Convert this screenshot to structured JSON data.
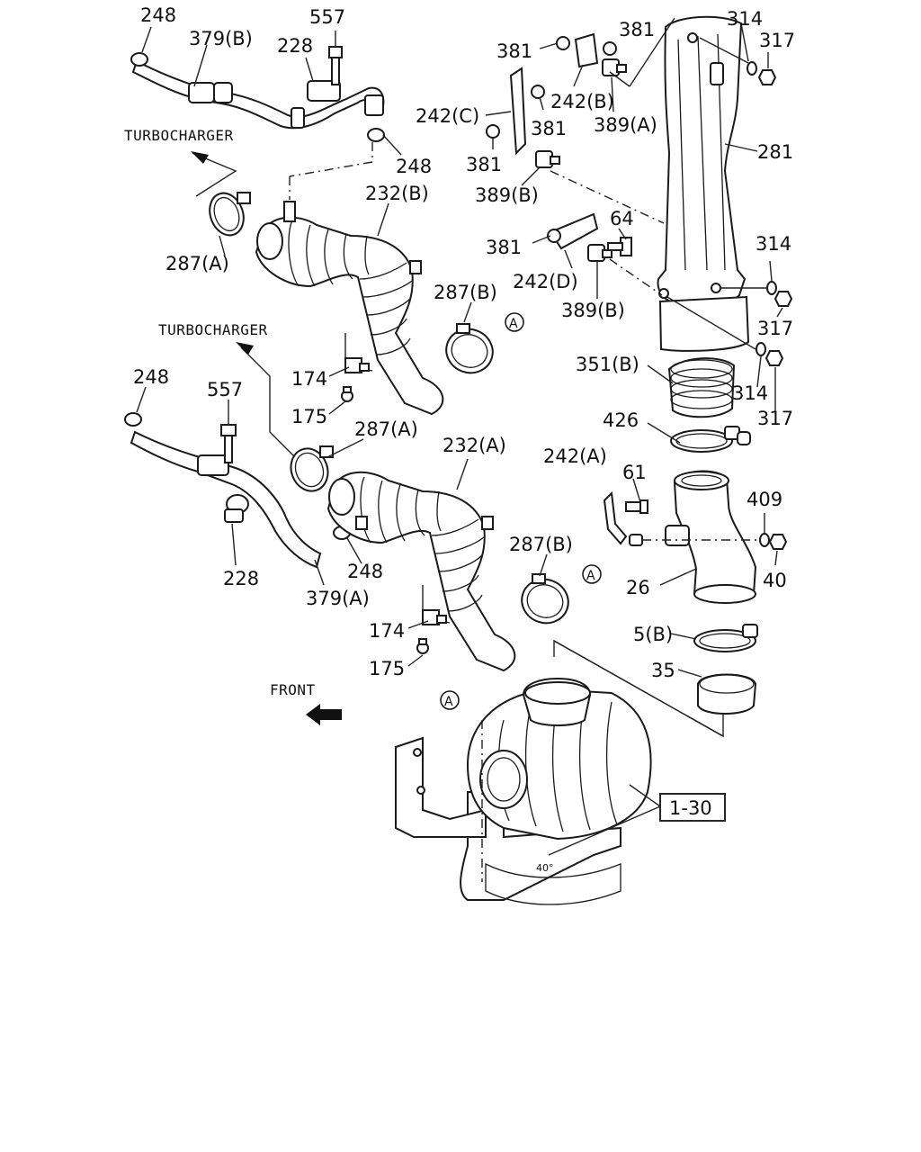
{
  "captions": {
    "turbo_top": "TURBOCHARGER",
    "turbo_mid": "TURBOCHARGER",
    "front": "FRONT"
  },
  "ref": {
    "a1": "A",
    "a2": "A",
    "a3": "A",
    "box": "1-30"
  },
  "labels": {
    "l248_a": "248",
    "l379b": "379(B)",
    "l228_a": "228",
    "l557_a": "557",
    "l248_b": "248",
    "l232b": "232(B)",
    "l287a_1": "287(A)",
    "l287b_1": "287(B)",
    "l174_1": "174",
    "l175_1": "175",
    "l248_c": "248",
    "l557_b": "557",
    "l287a_2": "287(A)",
    "l232a": "232(A)",
    "l228_b": "228",
    "l248_d": "248",
    "l379a": "379(A)",
    "l287b_2": "287(B)",
    "l174_2": "174",
    "l175_2": "175",
    "l381_a": "381",
    "l381_b": "381",
    "l242b": "242(B)",
    "l242c": "242(C)",
    "l381_c": "381",
    "l389a": "389(A)",
    "l381_d": "381",
    "l389b_1": "389(B)",
    "l314_a": "314",
    "l317_a": "317",
    "l281": "281",
    "l64": "64",
    "l381_e": "381",
    "l242d": "242(D)",
    "l389b_2": "389(B)",
    "l314_b": "314",
    "l317_b": "317",
    "l351b": "351(B)",
    "l314_c": "314",
    "l317_c": "317",
    "l426": "426",
    "l242a": "242(A)",
    "l61": "61",
    "l409": "409",
    "l40": "40",
    "l26": "26",
    "l5b": "5(B)",
    "l35": "35"
  }
}
